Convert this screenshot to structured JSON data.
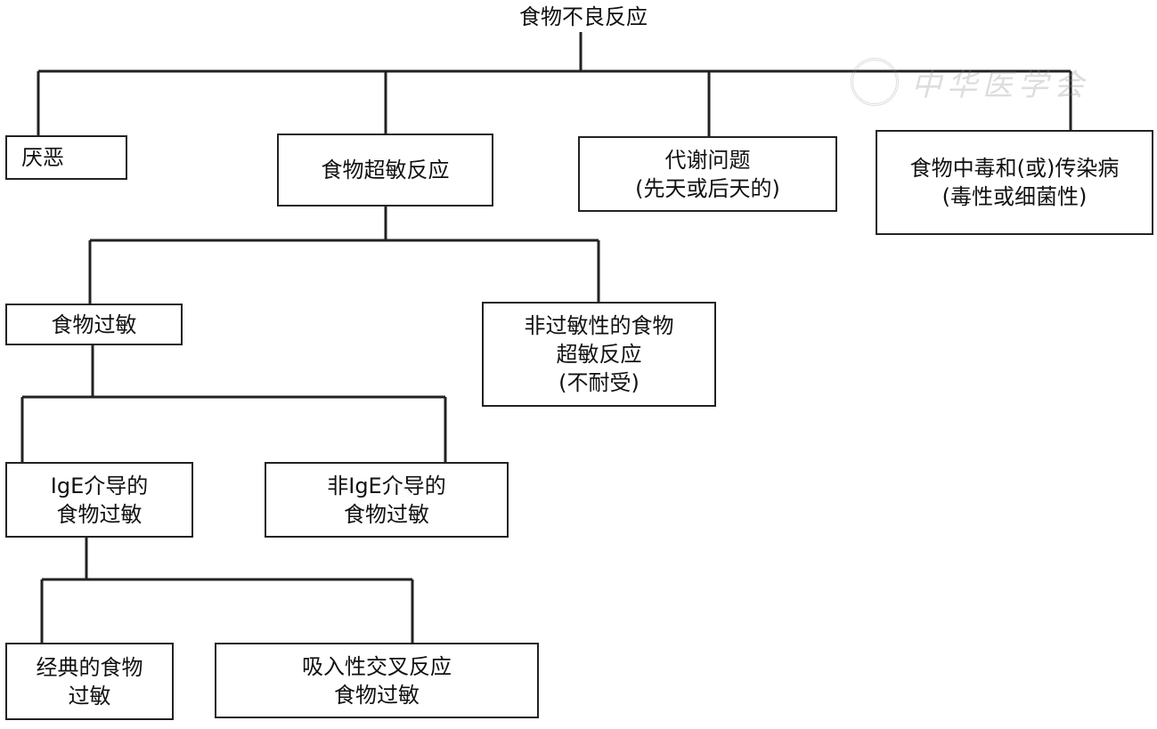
{
  "diagram": {
    "root": {
      "label": "食物不良反应"
    },
    "level1": {
      "aversion": {
        "label": "厌恶"
      },
      "hypersensitivity": {
        "label": "食物超敏反应"
      },
      "metabolic": {
        "line1": "代谢问题",
        "line2": "(先天或后天的)"
      },
      "poisoning": {
        "line1": "食物中毒和(或)传染病",
        "line2": "(毒性或细菌性)"
      }
    },
    "level2": {
      "food_allergy": {
        "label": "食物过敏"
      },
      "intolerance": {
        "line1": "非过敏性的食物",
        "line2": "超敏反应",
        "line3": "(不耐受)"
      }
    },
    "level3": {
      "ige": {
        "line1": "IgE介导的",
        "line2": "食物过敏"
      },
      "non_ige": {
        "line1": "非IgE介导的",
        "line2": "食物过敏"
      }
    },
    "level4": {
      "classic": {
        "line1": "经典的食物",
        "line2": "过敏"
      },
      "cross": {
        "line1": "吸入性交叉反应",
        "line2": "食物过敏"
      }
    }
  },
  "colors": {
    "line": "#222222",
    "background": "#ffffff"
  },
  "watermark": {
    "text": "中华医学会",
    "icon": "seal-logo-icon"
  }
}
